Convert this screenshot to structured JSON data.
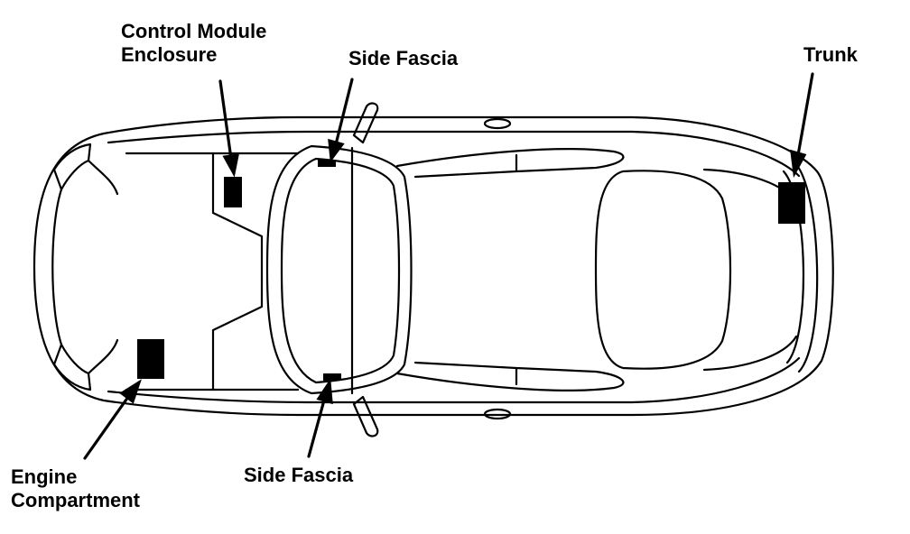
{
  "labels": {
    "control_module_line1": "Control Module",
    "control_module_line2": "Enclosure",
    "side_fascia_top": "Side Fascia",
    "trunk": "Trunk",
    "engine_line1": "Engine",
    "engine_line2": "Compartment",
    "side_fascia_bottom": "Side Fascia"
  },
  "colors": {
    "ink": "#000000",
    "background": "#ffffff"
  }
}
